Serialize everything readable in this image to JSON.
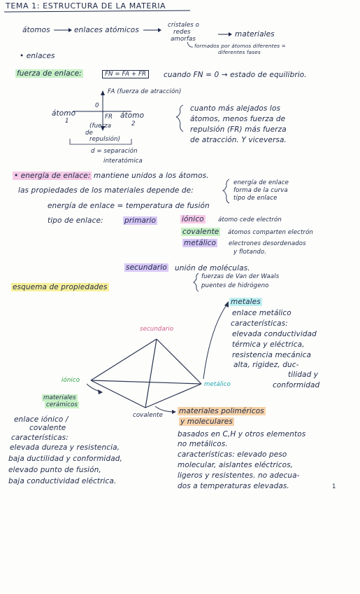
{
  "header": {
    "title": "TEMA 1: ESTRUCTURA DE LA MATERIA",
    "page_number": "1"
  },
  "flow": {
    "atomos": "átomos",
    "enlaces": "enlaces atómicos",
    "cristales": [
      "cristales o",
      "redes",
      "amorfas"
    ],
    "materiales": "materiales",
    "note": [
      "formados por átomos diferentes =",
      "diferentes fases"
    ]
  },
  "enlaces_heading": "• enlaces",
  "fuerza": {
    "label": "fuerza de enlace:",
    "formula": "FN = FA + FR",
    "condition": "cuando FN = 0 → estado de equilibrio.",
    "fa_label": "FA (fuerza de atracción)",
    "atomo1": "átomo",
    "num1": "1",
    "atomo2": "átomo",
    "num2": "2",
    "origin": "0",
    "fr": "FR",
    "fuerza_rep": [
      "(fuerza",
      "de",
      "repulsión)"
    ],
    "distance": [
      "d = separación",
      "interatómica"
    ],
    "explanation": [
      "cuanto más alejados los",
      "átomos, menos fuerza de",
      "repulsión (FR) más fuerza",
      "de atracción. Y viceversa."
    ]
  },
  "energia": {
    "label": "• energía de enlace:",
    "desc": "mantiene unidos a los átomos.",
    "props_intro": "las propiedades de los materiales depende de:",
    "props": [
      "energía de enlace",
      "forma de la curva",
      "tipo de enlace"
    ],
    "temp": "energía de enlace = temperatura de fusión"
  },
  "tipo": {
    "label": "tipo de enlace:",
    "primario": "primario",
    "ionico": "iónico",
    "ionico_desc": "átomo cede electrón",
    "covalente": "covalente",
    "covalente_desc": "átomos comparten electrón",
    "metalico": "metálico",
    "metalico_desc": [
      "electrones desordenados",
      "y flotando."
    ],
    "secundario": "secundario",
    "secundario_desc": "unión de moléculas.",
    "sec_items": [
      "fuerzas de Van der Waals",
      "puentes de hidrógeno"
    ]
  },
  "esquema": {
    "title": "esquema de propiedades",
    "secundario": "secundario",
    "ionico": "iónico",
    "metalico": "metálico",
    "covalente": "covalente",
    "ceramicos": [
      "materiales",
      "cerámicos"
    ],
    "metales": "metales",
    "metales_desc": [
      "enlace metálico",
      "características:",
      "elevada conductividad",
      "térmica y eléctrica,",
      "resistencia mecánica",
      "alta, rigidez, duc-",
      "tilidad y",
      "conformidad"
    ],
    "polimericos": [
      "materiales poliméricos",
      "y moleculares"
    ],
    "polimericos_desc": [
      "basados en C,H y otros elementos",
      "no metálicos.",
      "características: elevado peso",
      "molecular, aislantes eléctricos,",
      "ligeros y resistentes. no adecua-",
      "dos a temperaturas elevadas."
    ],
    "ceramicos_desc": [
      "enlace iónico /",
      "covalente",
      "características:",
      "elevada dureza y resistencia,",
      "baja ductilidad y conformidad,",
      "elevado punto de fusión,",
      "baja conductividad eléctrica."
    ]
  }
}
